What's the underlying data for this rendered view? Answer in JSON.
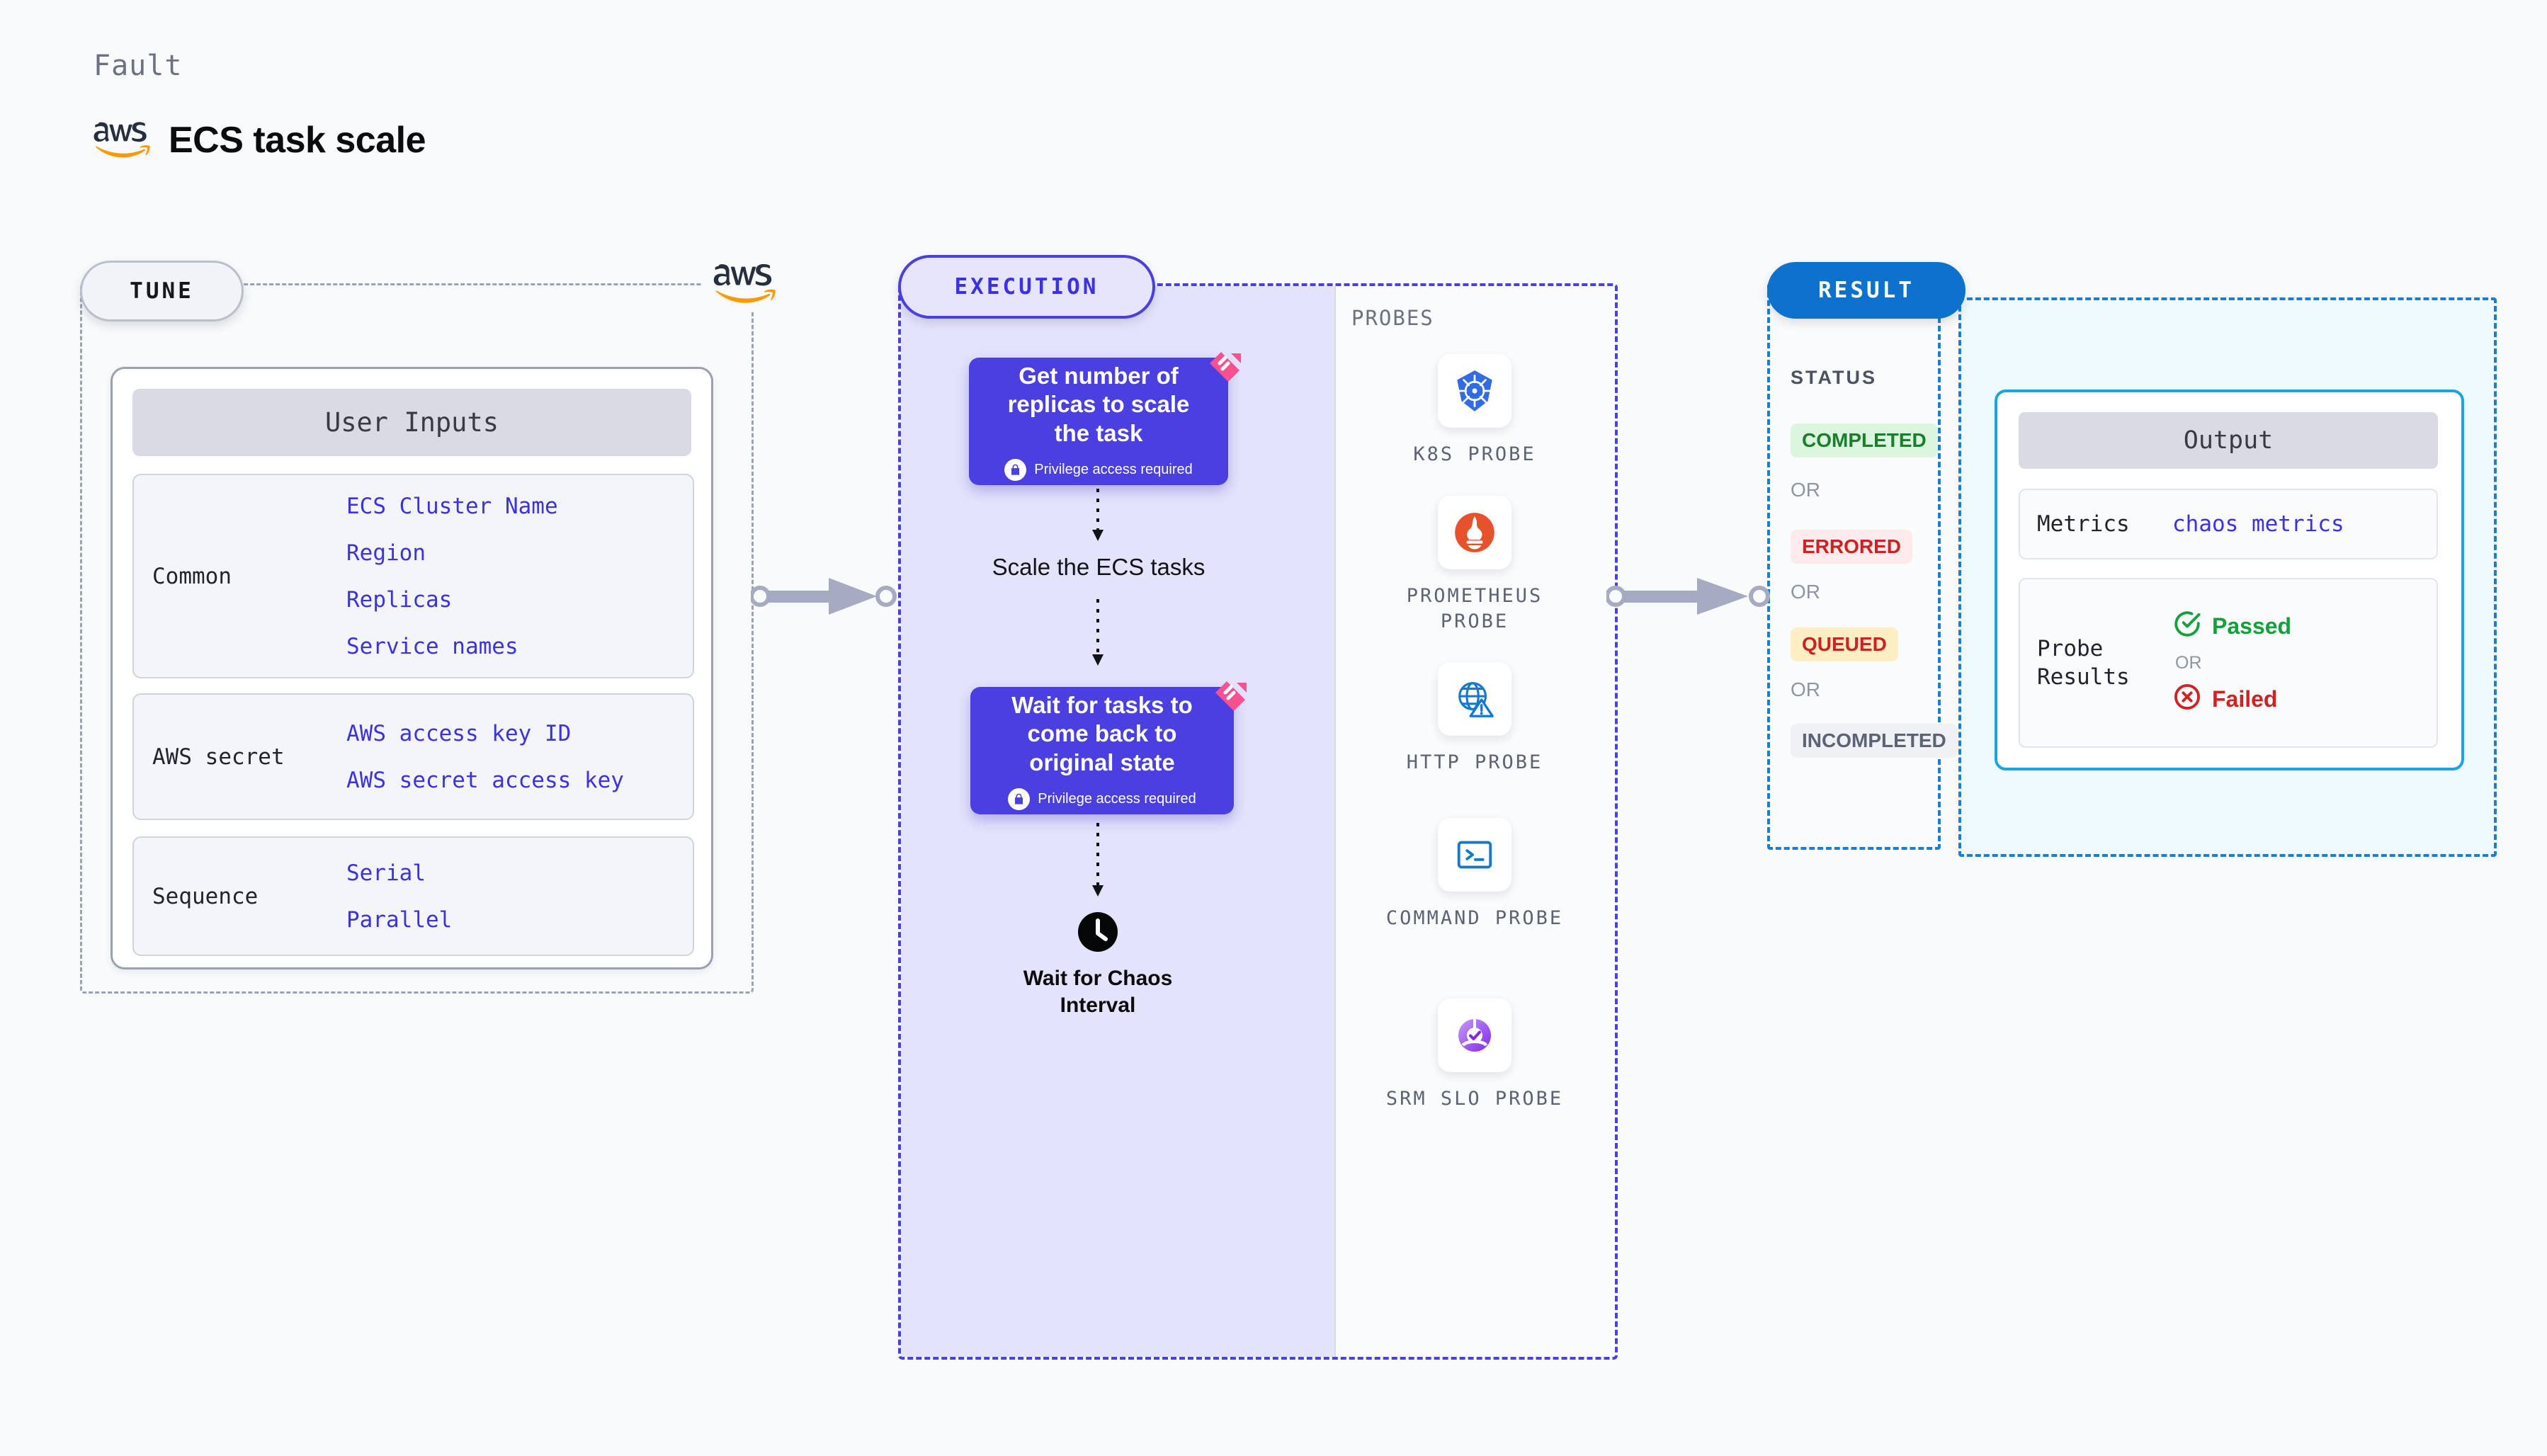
{
  "header": {
    "kicker": "Fault",
    "logo_icon": "aws-logo-icon",
    "title": "ECS task scale"
  },
  "tune": {
    "badge": "TUNE",
    "aws_icon": "aws-logo-icon",
    "card_header": "User Inputs",
    "groups": [
      {
        "label": "Common",
        "values": [
          "ECS Cluster Name",
          "Region",
          "Replicas",
          "Service names"
        ]
      },
      {
        "label": "AWS secret",
        "values": [
          "AWS access key ID",
          "AWS secret access key"
        ]
      },
      {
        "label": "Sequence",
        "values": [
          "Serial",
          "Parallel"
        ]
      }
    ]
  },
  "execution": {
    "badge": "EXECUTION",
    "probes_caption": "PROBES",
    "nodes": [
      {
        "title": "Get number of replicas to scale the task",
        "privilege": "Privilege access required",
        "lock_icon": "lock-icon",
        "ribbon_icon": "chaos-ribbon-icon"
      },
      {
        "title": "Scale the ECS tasks",
        "privilege": "",
        "lock_icon": "",
        "ribbon_icon": ""
      },
      {
        "title": "Wait for tasks to come back to original state",
        "privilege": "Privilege access required",
        "lock_icon": "lock-icon",
        "ribbon_icon": "chaos-ribbon-icon"
      }
    ],
    "wait_step": {
      "icon": "clock-icon",
      "label": "Wait for Chaos Interval"
    },
    "probes": [
      {
        "label": "K8S PROBE",
        "icon": "kubernetes-icon"
      },
      {
        "label": "PROMETHEUS PROBE",
        "icon": "prometheus-icon"
      },
      {
        "label": "HTTP PROBE",
        "icon": "http-globe-warning-icon"
      },
      {
        "label": "COMMAND PROBE",
        "icon": "terminal-icon"
      },
      {
        "label": "SRM SLO PROBE",
        "icon": "srm-slo-donut-icon"
      }
    ]
  },
  "result": {
    "badge": "RESULT",
    "status_caption": "STATUS",
    "or_label": "OR",
    "statuses": [
      {
        "label": "COMPLETED",
        "bg": "#dcf5df",
        "color": "#1a7f2b"
      },
      {
        "label": "ERRORED",
        "bg": "#fdeaea",
        "color": "#cc2222"
      },
      {
        "label": "QUEUED",
        "bg": "#fdeec4",
        "color": "#cc2222"
      },
      {
        "label": "INCOMPLETED",
        "bg": "#eff1f5",
        "color": "#5b6375"
      }
    ],
    "output": {
      "header": "Output",
      "metrics_label": "Metrics",
      "metrics_value": "chaos metrics",
      "probe_results_label": "Probe Results",
      "passed": {
        "label": "Passed",
        "icon": "check-circle-icon",
        "color": "#14a03a"
      },
      "failed": {
        "label": "Failed",
        "icon": "x-circle-icon",
        "color": "#d32020"
      },
      "or_label": "OR"
    }
  },
  "colors": {
    "accent_purple": "#4a3fe0",
    "accent_blue": "#0d72ce",
    "ribbon_pink": "#f9518f",
    "aws_orange": "#ff9900"
  }
}
